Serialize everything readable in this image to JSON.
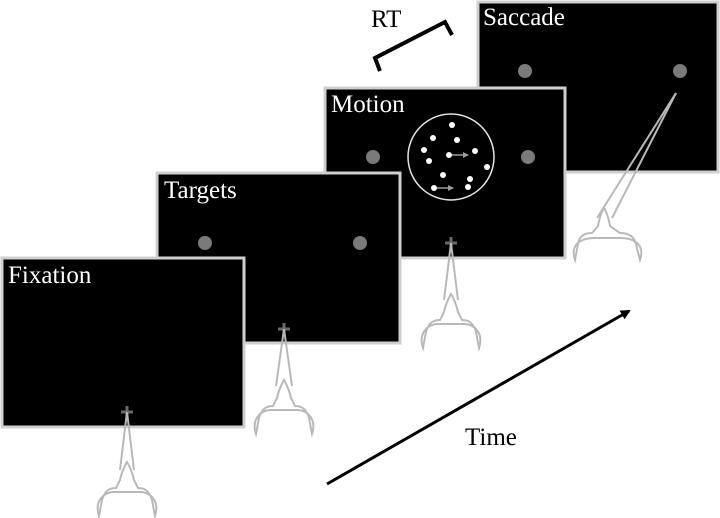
{
  "panels": [
    {
      "key": "fixation",
      "label": "Fixation"
    },
    {
      "key": "targets",
      "label": "Targets"
    },
    {
      "key": "motion",
      "label": "Motion"
    },
    {
      "key": "saccade",
      "label": "Saccade"
    }
  ],
  "rt_label": "RT",
  "time_label": "Time",
  "colors": {
    "screen": "#000000",
    "screen_border": "#cfcfcf",
    "target": "#7a7a7a",
    "observer_outline": "#b9b9b9"
  }
}
